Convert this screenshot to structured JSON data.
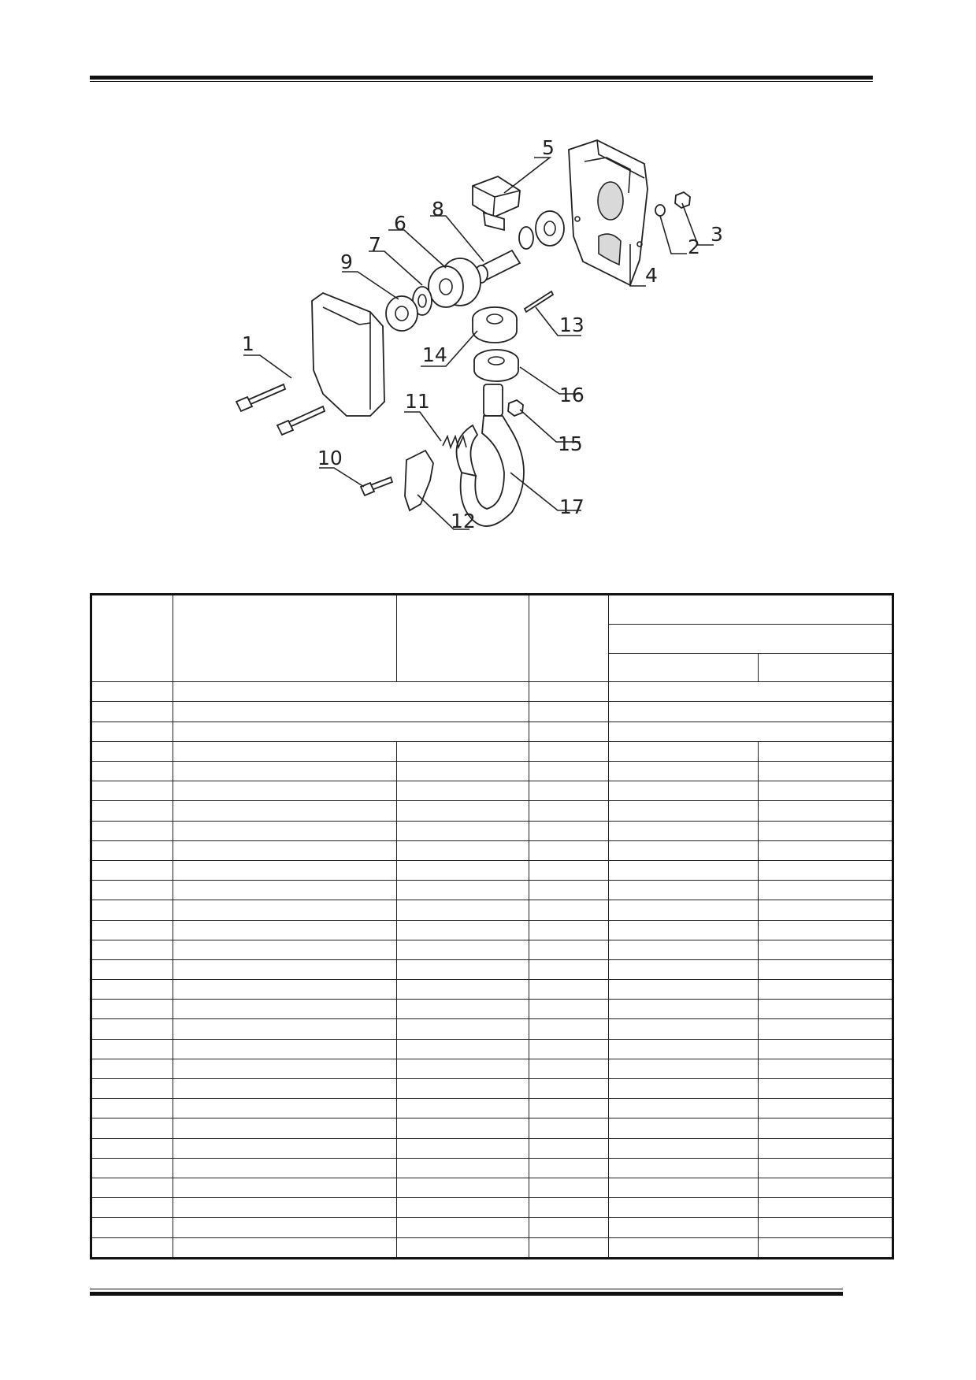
{
  "callouts": [
    {
      "n": "1"
    },
    {
      "n": "2"
    },
    {
      "n": "3"
    },
    {
      "n": "4"
    },
    {
      "n": "5"
    },
    {
      "n": "6"
    },
    {
      "n": "7"
    },
    {
      "n": "8"
    },
    {
      "n": "9"
    },
    {
      "n": "10"
    },
    {
      "n": "11"
    },
    {
      "n": "12"
    },
    {
      "n": "13"
    },
    {
      "n": "14"
    },
    {
      "n": "15"
    },
    {
      "n": "16"
    },
    {
      "n": "17"
    }
  ],
  "table": {
    "merged_rows": 3,
    "regular_rows": 26
  }
}
